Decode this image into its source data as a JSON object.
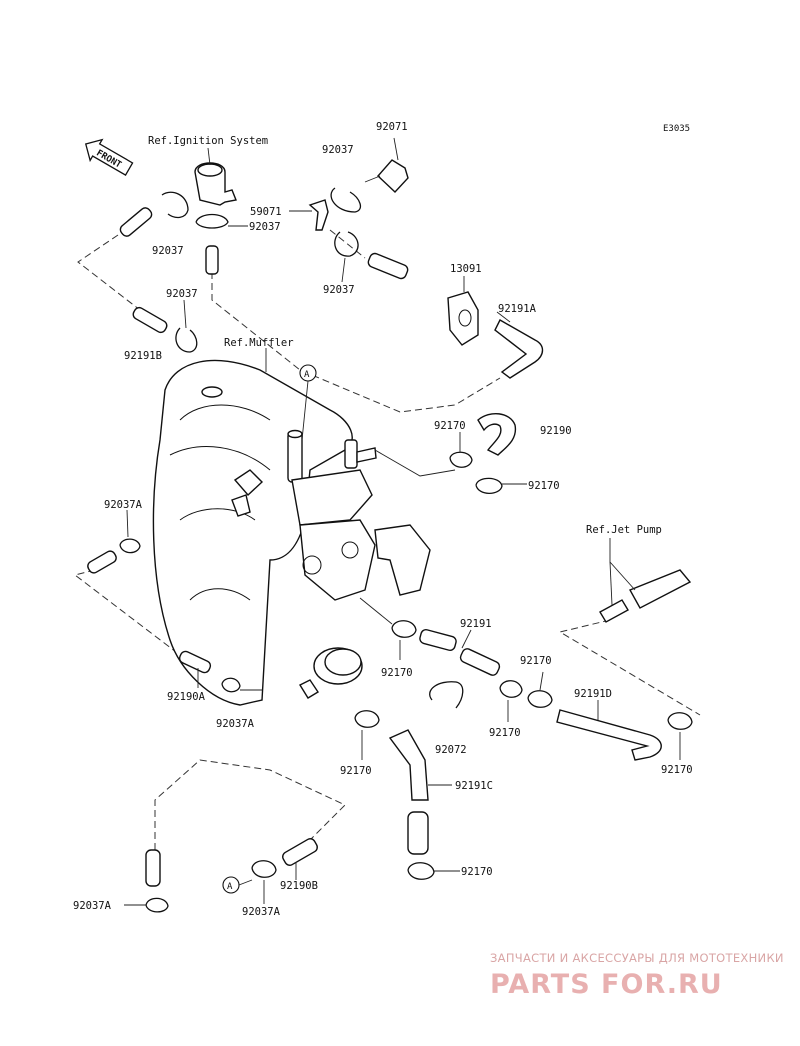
{
  "diagram": {
    "code": "E3035",
    "front_label": "FRONT",
    "refs": {
      "ignition": "Ref.Ignition System",
      "muffler": "Ref.Muffler",
      "jet_pump": "Ref.Jet Pump"
    },
    "marker": "A",
    "parts": {
      "p92071": "92071",
      "p92037_top": "92037",
      "p59071": "59071",
      "p92037_mid": "92037",
      "p92037_left": "92037",
      "p92037_right": "92037",
      "p13091": "13091",
      "p92037_b": "92037",
      "p92191B": "92191B",
      "p92191A": "92191A",
      "p92170_a": "92170",
      "p92190": "92190",
      "p92170_b": "92170",
      "p92037A_a": "92037A",
      "p92191": "92191",
      "p92170_c": "92170",
      "p92170_d": "92170",
      "p92170_e": "92170",
      "p92191D": "92191D",
      "p92190A": "92190A",
      "p92037A_b": "92037A",
      "p92072": "92072",
      "p92170_f": "92170",
      "p92170_g": "92170",
      "p92191C": "92191C",
      "p92170_h": "92170",
      "p92037A_c": "92037A",
      "p92190B": "92190B",
      "p92037A_d": "92037A"
    }
  },
  "watermark": {
    "top_line": "ЗАПЧАСТИ И АКСЕССУАРЫ ДЛЯ МОТОТЕХНИКИ",
    "brand": "PARTS FOR.RU"
  }
}
